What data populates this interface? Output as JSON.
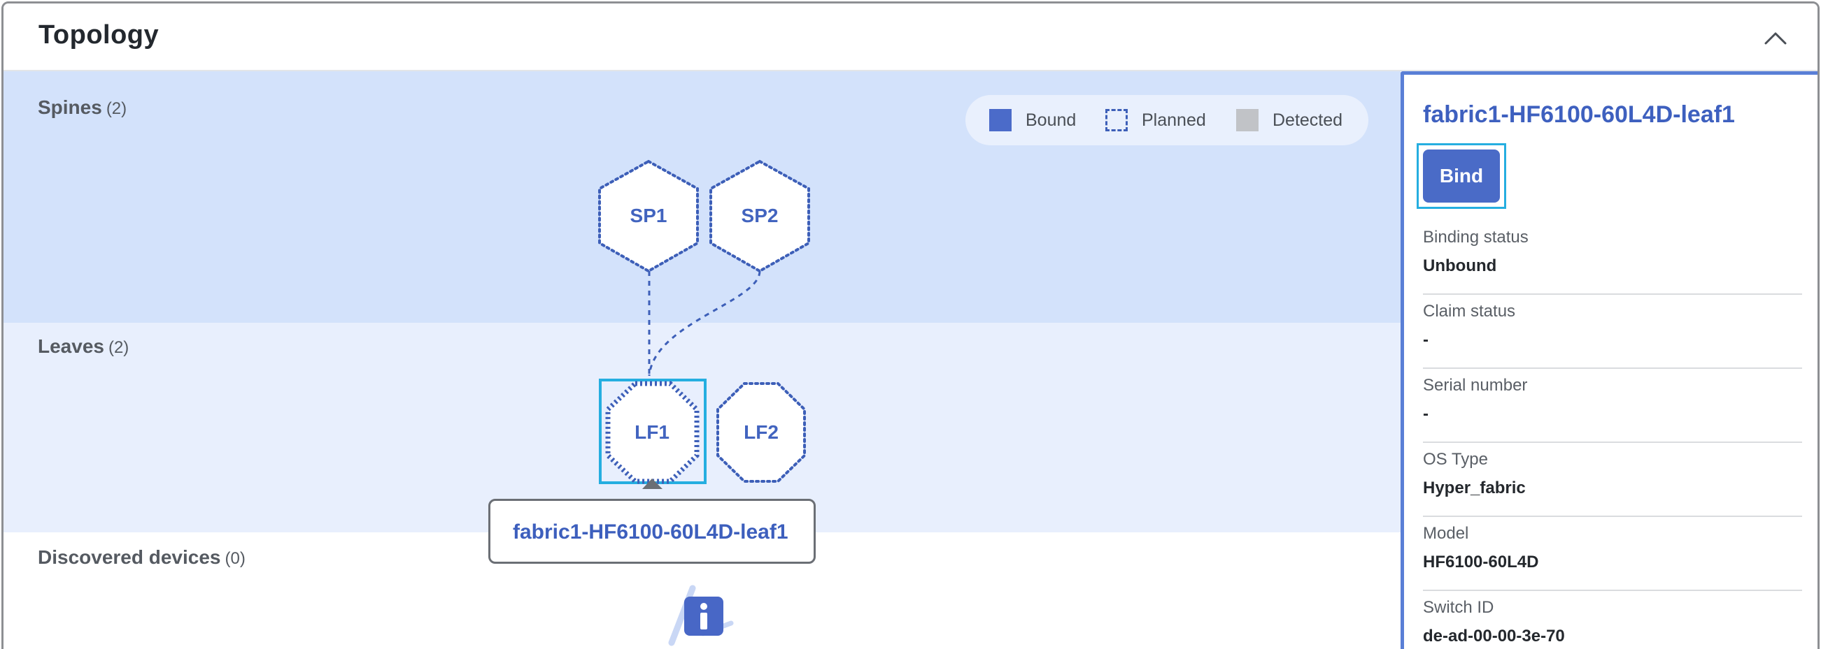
{
  "header": {
    "title": "Topology",
    "collapse_icon": "chevron-up-icon"
  },
  "bands": {
    "spines": {
      "label": "Spines",
      "count": "(2)"
    },
    "leaves": {
      "label": "Leaves",
      "count": "(2)"
    },
    "discovered": {
      "label": "Discovered devices",
      "count": "(0)"
    }
  },
  "legend": {
    "bound": "Bound",
    "planned": "Planned",
    "detected": "Detected"
  },
  "nodes": {
    "sp1": "SP1",
    "sp2": "SP2",
    "lf1": "LF1",
    "lf2": "LF2"
  },
  "tooltip": {
    "text": "fabric1-HF6100-60L4D-leaf1"
  },
  "empty_state_icon": "info-icon",
  "side_panel": {
    "title": "fabric1-HF6100-60L4D-leaf1",
    "bind_label": "Bind",
    "fields": [
      {
        "label": "Binding status",
        "value": "Unbound"
      },
      {
        "label": "Claim status",
        "value": "-"
      },
      {
        "label": "Serial number",
        "value": "-"
      },
      {
        "label": "OS Type",
        "value": "Hyper_fabric"
      },
      {
        "label": "Model",
        "value": "HF6100-60L4D"
      },
      {
        "label": "Switch ID",
        "value": "de-ad-00-00-3e-70"
      }
    ]
  },
  "colors": {
    "accent": "#4b6bc9",
    "spines_band": "#d3e2fb",
    "leaves_band": "#e8effd",
    "focus": "#25aee0"
  }
}
